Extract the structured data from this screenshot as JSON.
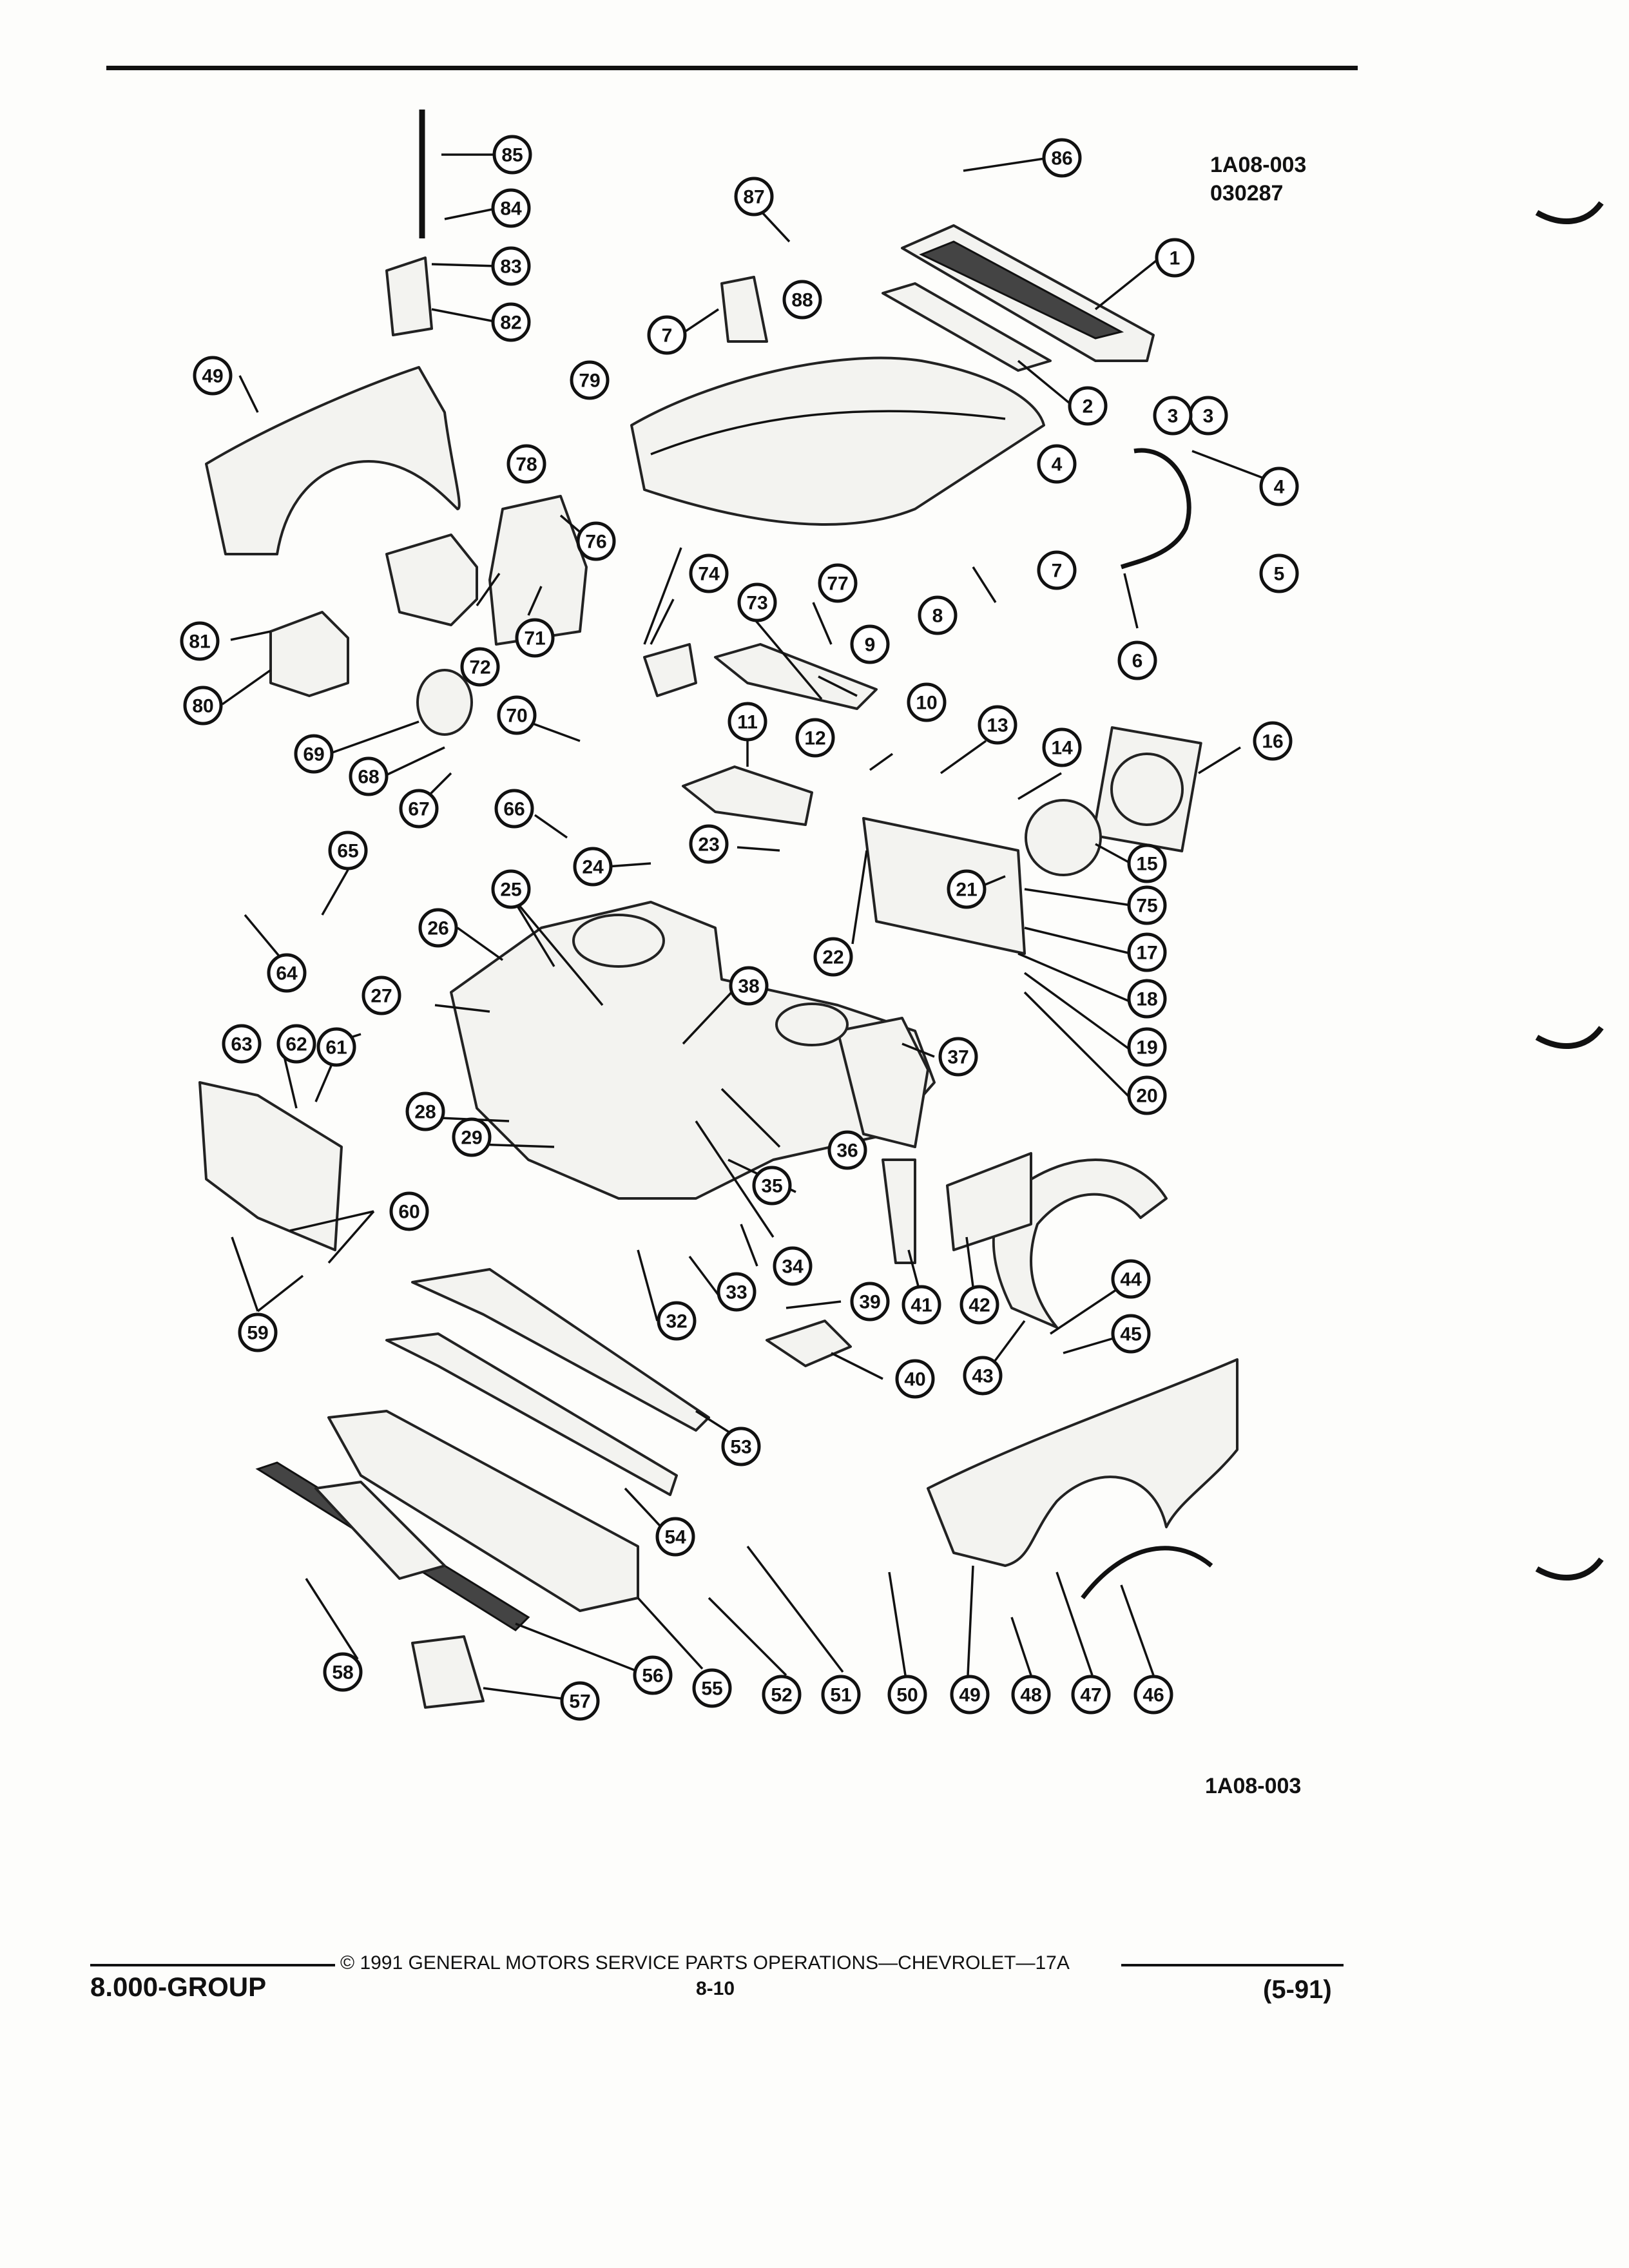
{
  "header": {
    "ref_code_1": "1A08-003",
    "ref_code_2": "030287"
  },
  "diagram": {
    "figure_ref": "1A08-003",
    "callouts": [
      "1",
      "2",
      "3",
      "3b",
      "4",
      "4b",
      "5",
      "6",
      "7",
      "7b",
      "8",
      "9",
      "10",
      "11",
      "12",
      "13",
      "14",
      "15",
      "16",
      "17",
      "18",
      "19",
      "20",
      "21",
      "22",
      "23",
      "24",
      "25",
      "26",
      "27",
      "28",
      "29",
      "32",
      "33",
      "34",
      "35",
      "36",
      "37",
      "38",
      "39",
      "40",
      "41",
      "42",
      "43",
      "44",
      "45",
      "46",
      "47",
      "48",
      "49",
      "49b",
      "50",
      "51",
      "52",
      "53",
      "54",
      "55",
      "56",
      "57",
      "58",
      "59",
      "60",
      "61",
      "62",
      "63",
      "64",
      "65",
      "66",
      "67",
      "68",
      "69",
      "70",
      "71",
      "72",
      "73",
      "74",
      "75",
      "76",
      "77",
      "78",
      "79",
      "80",
      "81",
      "82",
      "83",
      "84",
      "85",
      "86",
      "87",
      "88"
    ]
  },
  "footer": {
    "group": "8.000-GROUP",
    "copyright": "© 1991 GENERAL MOTORS SERVICE PARTS OPERATIONS—CHEVROLET—17A",
    "page_number": "8-10",
    "revision": "(5-91)"
  },
  "colors": {
    "ink": "#111111",
    "paper": "#fdfdfb"
  }
}
